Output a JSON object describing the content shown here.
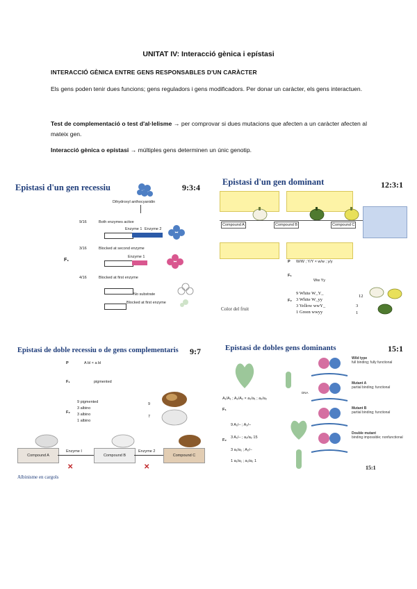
{
  "document": {
    "title": "UNITAT IV: Interacció gènica i epístasi",
    "section_heading": "INTERACCIÓ GÈNICA ENTRE GENS RESPONSABLES D'UN CARÀCTER",
    "para1": "Els gens poden tenir dues funcions; gens reguladors i gens modificadors. Per donar un caràcter, els gens interactuen.",
    "para2_bold": "Test de complementació o test d'al·lelisme",
    "para2_rest": " → per comprovar si dues mutacions que afecten a un caràcter afecten al mateix gen.",
    "para3_bold": "Interacció gènica o epístasi",
    "para3_rest": " → múltiples gens determinen un únic genotip."
  },
  "figures": {
    "recessive": {
      "title": "Epistasi d'un gen recessiu",
      "ratio": "9:3:4",
      "f1_label": "F₁",
      "f1_frac_a": "9/16",
      "f1_frac_b": "3/16",
      "f1_frac_c": "4/16",
      "line1": "Dihydroxyl anthocyanidin",
      "line_enzymes": "Both enzymes active",
      "enzyme1": "Enzyme 1",
      "enzyme2": "Enzyme 2",
      "line2": "Blocked at second enzyme",
      "line3": "Blocked at first enzyme",
      "no_substrate": "No substrate",
      "blocked_first": "Blocked at first enzyme"
    },
    "dominant": {
      "title": "Epistasi d'un gen dominant",
      "ratio": "12:3:1",
      "p_label": "P",
      "f1_label": "F₁",
      "f2_label": "F₂",
      "parents": "W/W ; Y/Y   ×   w/w ; y/y",
      "f1_geno": "Ww Yy",
      "f2_line1": "9 White  W_Y_",
      "f2_line2": "3 White  W_yy",
      "f2_line3": "3 Yellow  wwY_",
      "f2_line4": "1 Green  wwyy",
      "count12": "12",
      "count3": "3",
      "count1": "1",
      "caption": "Color del fruit",
      "step1": "Compound A",
      "step2": "Compound B",
      "step3": "Compound C"
    },
    "complementary": {
      "title": "Epistasi de doble recessiu o de gens complementaris",
      "ratio": "9:7",
      "p_label": "P",
      "f1_label": "F₁",
      "f2_label": "F₂",
      "p_cross": "A bl × a bl",
      "f1_text": "pigmented",
      "f2_a": "9 pigmented",
      "f2_b": "3 albino",
      "f2_c": "3 albino",
      "f2_d": "1 albino",
      "count9": "9",
      "count7": "7",
      "compound_a": "Compound A",
      "compound_b": "Compound B",
      "compound_c": "Compound C",
      "enzyme_i": "Enzyme I",
      "enzyme_ii": "Enzyme 2",
      "footer": "Albinisme en cargols"
    },
    "dominant_double": {
      "title": "Epistasi de dobles gens dominants",
      "ratio": "15:1",
      "p_cross": "A₁/A₁ ; A₂/A₂   ×   a₁/a₁ ; a₂/a₂",
      "f1_label": "F₁",
      "f2_label": "F₂",
      "f2_a": "9  A₁/– ; A₂/–",
      "f2_b": "3  A₁/– ; a₂/a₂   15",
      "f2_c": "3  a₁/a₁ ; A₂/–",
      "f2_d": "1  a₁/a₁ ; a₂/a₂   1",
      "legend1_title": "Wild type",
      "legend1_desc": "full binding; fully functional",
      "legend2_title": "Mutant A",
      "legend2_desc": "partial binding; functional",
      "legend3_title": "Mutant B",
      "legend3_desc": "partial binding; functional",
      "legend4_title": "Double mutant",
      "legend4_desc": "binding impossible; nonfunctional",
      "dna_label": "DNA",
      "ratio_bottom": "15:1"
    }
  },
  "colors": {
    "heading_blue": "#1f3d7a",
    "accent_yellow": "#fdf3a6",
    "enzyme_blue": "#2b5aa8",
    "enzyme_pink": "#d9578f",
    "snail_brown": "#8a5a2b",
    "leaf_green": "#9cc79a"
  }
}
